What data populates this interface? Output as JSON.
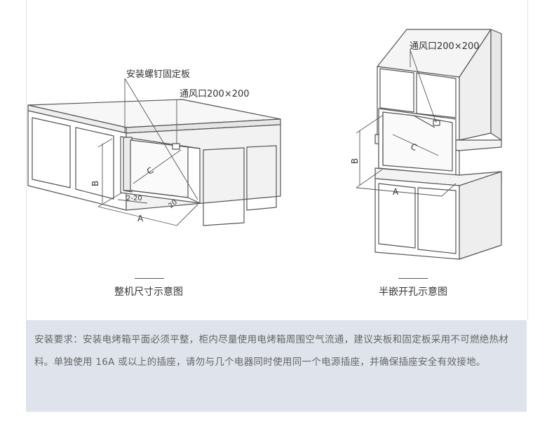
{
  "labels": {
    "screw_plate": "安装螺钉固定板",
    "vent_left": "通风口200×200",
    "vent_right": "通风口200×200",
    "dim_a": "A",
    "dim_b": "B",
    "dim_c": "C",
    "gap_side": "2-20",
    "gap_bottom": "20"
  },
  "captions": {
    "left": "整机尺寸示意图",
    "right": "半嵌开孔示意图"
  },
  "note": "安装要求：安装电烤箱平面必须平整，柜内尽量使用电烤箱周围空气流通，建议夹板和固定板采用不可燃绝热材料。单独使用 16A 或以上的插座，请勿与几个电器同时使用同一个电源插座，并确保插座安全有效接地。"
}
